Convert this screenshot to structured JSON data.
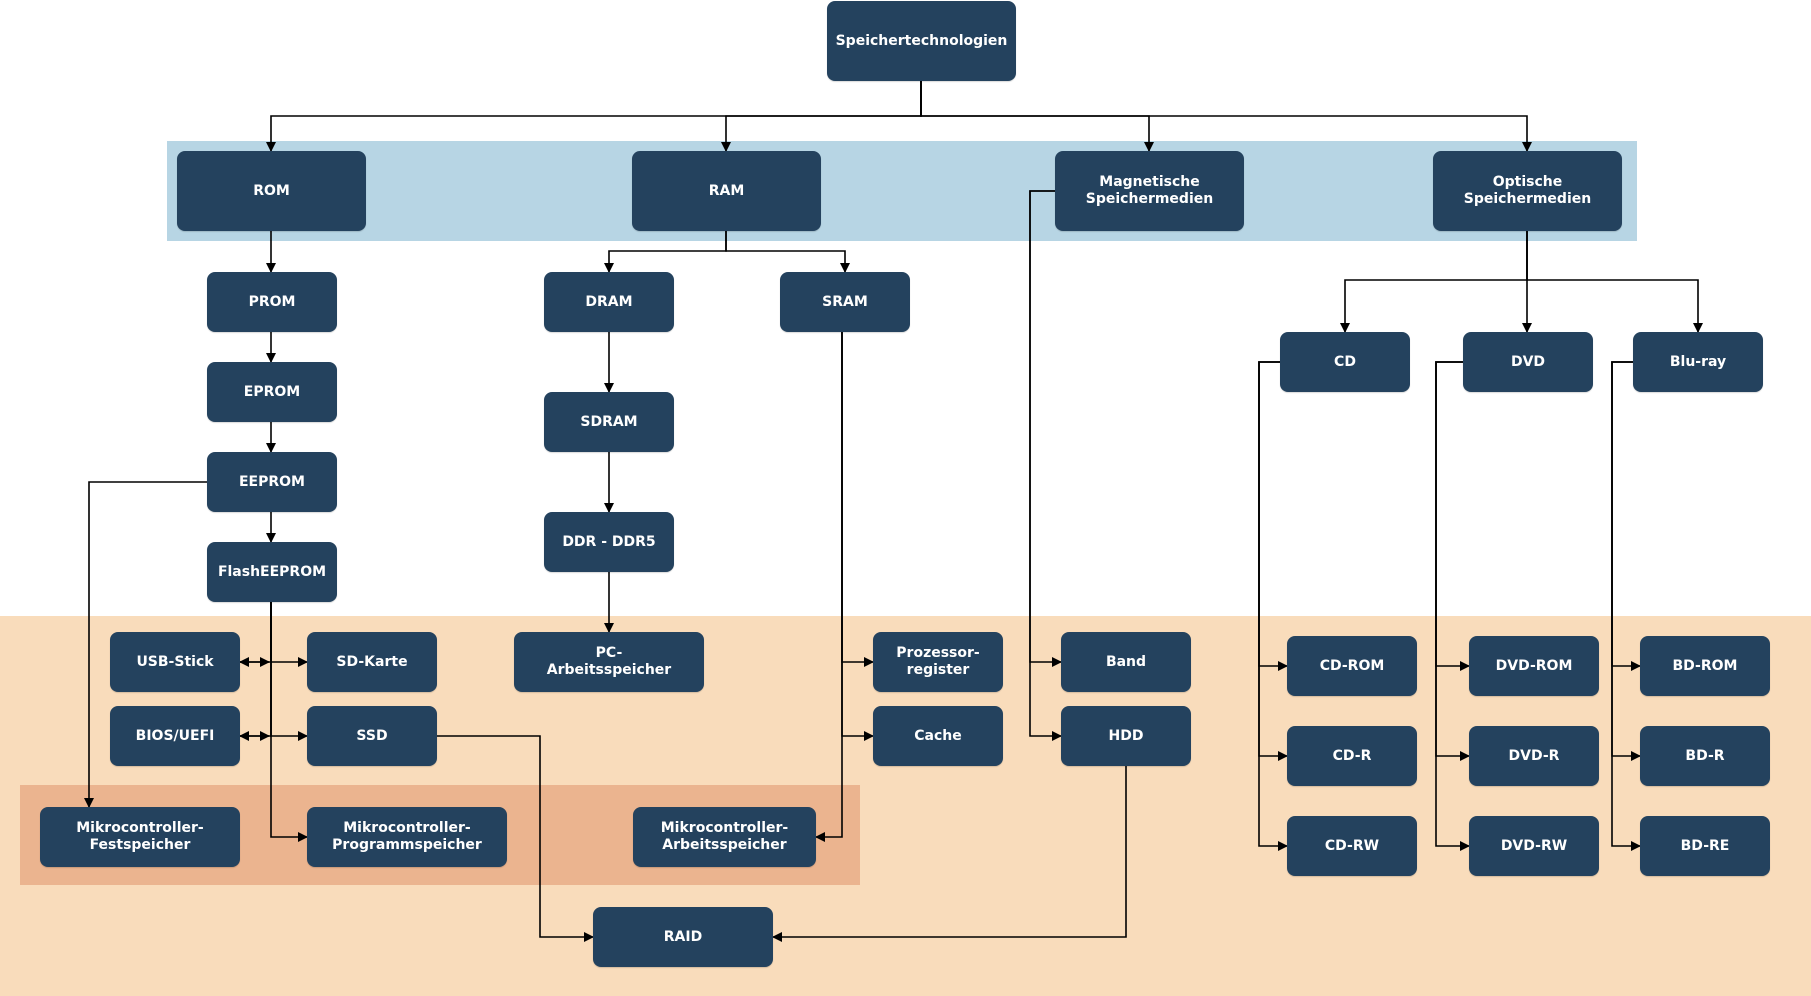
{
  "title": "Speichertechnologien",
  "colors": {
    "node_fill": "#24425e",
    "node_text": "#ffffff",
    "band_blue": "#b7d5e4",
    "band_peach": "#f9dcbb",
    "band_orange": "#ebb48f",
    "edge": "#000000"
  },
  "nodes": {
    "root": "Speichertechnologien",
    "rom": "ROM",
    "ram": "RAM",
    "mag": "Magnetische\nSpeichermedien",
    "opt": "Optische\nSpeichermedien",
    "prom": "PROM",
    "eprom": "EPROM",
    "eeprom": "EEPROM",
    "flash": "FlashEEPROM",
    "dram": "DRAM",
    "sram": "SRAM",
    "sdram": "SDRAM",
    "ddr": "DDR - DDR5",
    "pcmem": "PC-\nArbeitsspeicher",
    "usb": "USB-Stick",
    "sd": "SD-Karte",
    "bios": "BIOS/UEFI",
    "ssd": "SSD",
    "mcfest": "Mikrocontroller-\nFestspeicher",
    "mcprog": "Mikrocontroller-\nProgrammspeicher",
    "mcarb": "Mikrocontroller-\nArbeitsspeicher",
    "raid": "RAID",
    "preg": "Prozessor-\nregister",
    "cache": "Cache",
    "band": "Band",
    "hdd": "HDD",
    "cd": "CD",
    "dvd": "DVD",
    "bluray": "Blu-ray",
    "cdrom": "CD-ROM",
    "cdr": "CD-R",
    "cdrw": "CD-RW",
    "dvdrom": "DVD-ROM",
    "dvdr": "DVD-R",
    "dvdrw": "DVD-RW",
    "bdrom": "BD-ROM",
    "bdr": "BD-R",
    "bdre": "BD-RE"
  },
  "edges": [
    [
      "root",
      "rom"
    ],
    [
      "root",
      "ram"
    ],
    [
      "root",
      "mag"
    ],
    [
      "root",
      "opt"
    ],
    [
      "rom",
      "prom"
    ],
    [
      "prom",
      "eprom"
    ],
    [
      "eprom",
      "eeprom"
    ],
    [
      "eeprom",
      "flash"
    ],
    [
      "eeprom",
      "mcfest"
    ],
    [
      "flash",
      "usb"
    ],
    [
      "flash",
      "sd"
    ],
    [
      "flash",
      "bios"
    ],
    [
      "flash",
      "ssd"
    ],
    [
      "flash",
      "mcprog"
    ],
    [
      "ram",
      "dram"
    ],
    [
      "ram",
      "sram"
    ],
    [
      "dram",
      "sdram"
    ],
    [
      "sdram",
      "ddr"
    ],
    [
      "ddr",
      "pcmem"
    ],
    [
      "sram",
      "preg"
    ],
    [
      "sram",
      "cache"
    ],
    [
      "sram",
      "mcarb"
    ],
    [
      "ssd",
      "raid"
    ],
    [
      "hdd",
      "raid"
    ],
    [
      "mag",
      "band"
    ],
    [
      "mag",
      "hdd"
    ],
    [
      "opt",
      "cd"
    ],
    [
      "opt",
      "dvd"
    ],
    [
      "opt",
      "bluray"
    ],
    [
      "cd",
      "cdrom"
    ],
    [
      "cd",
      "cdr"
    ],
    [
      "cd",
      "cdrw"
    ],
    [
      "dvd",
      "dvdrom"
    ],
    [
      "dvd",
      "dvdr"
    ],
    [
      "dvd",
      "dvdrw"
    ],
    [
      "bluray",
      "bdrom"
    ],
    [
      "bluray",
      "bdr"
    ],
    [
      "bluray",
      "bdre"
    ]
  ]
}
